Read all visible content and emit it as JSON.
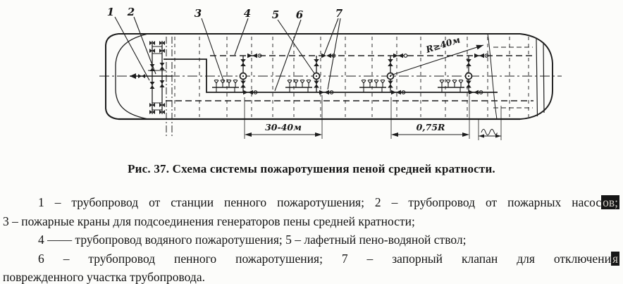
{
  "figure": {
    "caption": "Рис. 37. Схема системы пожаротушения пеной средней кратности."
  },
  "legend": {
    "line1": {
      "text": "1 – трубопровод от станции пенного пожаротушения; 2 – трубопровод от пожарных насос",
      "tail": "ов;"
    },
    "line2": {
      "text": "3 – пожарные краны для подсоединения генераторов пены средней кратности;"
    },
    "line3": {
      "text": "4 —— трубопровод водяного пожаротушения; 5 – лафетный пено-водяной ствол;"
    },
    "line4": {
      "text": "6 – трубопровод пенного пожаротушения; 7 – запорный клапан для отключени",
      "tail": "я"
    },
    "line5": {
      "text": "поврежденного участка трубопровода."
    }
  },
  "diagram": {
    "callouts": [
      "1",
      "2",
      "3",
      "4",
      "5",
      "6",
      "7"
    ],
    "radius_label": "R≥40м",
    "dim_span": "30-40м",
    "dim_stern": "0,75R",
    "ink_color": "#1c1c1c",
    "paper_color": "#fcfcfa"
  }
}
